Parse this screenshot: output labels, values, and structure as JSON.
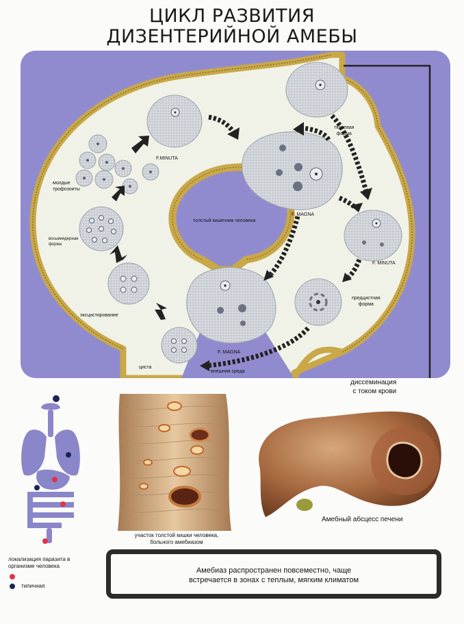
{
  "title": {
    "line1": "ЦИКЛ РАЗВИТИЯ",
    "line2": "ДИЗЕНТЕРИЙНОЙ АМЕБЫ"
  },
  "cycle": {
    "f_minuta_top": "F.MINUTA",
    "f_magna_center": "F. MAGNA",
    "tissue_form": "тканевая\nформа",
    "f_minuta_right": "F. MINUTA",
    "precyst_form": "предцистная\nформа",
    "f_magna_bottom": "F. MAGNA",
    "external_env": "внешняя среда",
    "cyst": "циста",
    "excystation": "эксцистирование",
    "eight_nucleus_form": "восьмиядерная\nформа",
    "young_trophozoites": "молдые\nтрофозоиты",
    "large_intestine": "толстый кишечник человека"
  },
  "dissemination": "диссеминация\nс током крови",
  "intestine_caption": "участок толстой кишки человека,\nбольного амебиазом",
  "liver_caption": "Амебный абсцесс печени",
  "body_map": {
    "localization_caption": "локализация паразита в\nорганизме человека",
    "legend_typical": "типичная",
    "colors": {
      "typical": "#1c2456",
      "atypical": "#e0334c",
      "organs": "#8a86c9"
    }
  },
  "info_box": "Амебиаз распространен повсеместно, чаще\nвстречается в зонах с теплым, мягким климатом",
  "colors": {
    "panel_bg": "#908bcf",
    "lumen": "#f1f2e7",
    "wall": "#c9a848",
    "cell": "#d4d8dc",
    "arrow": "#222222"
  }
}
